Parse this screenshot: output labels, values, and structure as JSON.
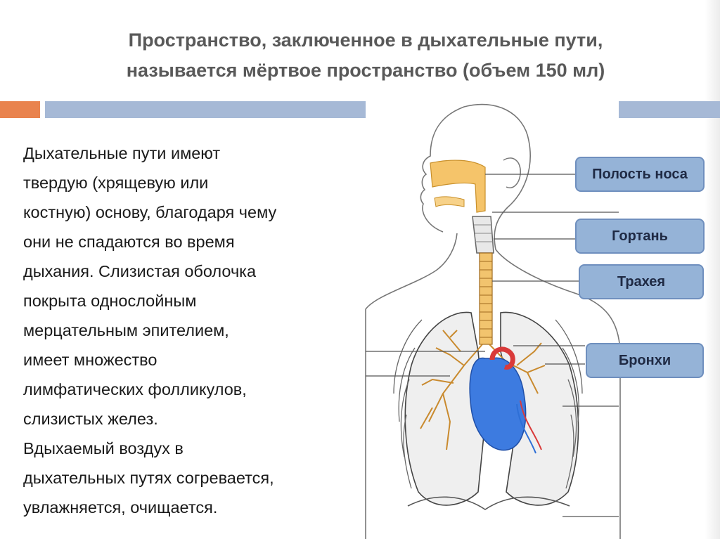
{
  "slide": {
    "title_lines": [
      "Пространство, заключенное в дыхательные пути,",
      "называется мёртвое пространство (объем 150 мл)"
    ],
    "body_lines": [
      "Дыхательные пути имеют",
      "твердую (хрящевую или",
      "костную) основу, благодаря чему",
      "они не спадаются во время",
      "дыхания. Слизистая оболочка",
      "покрыта однослойным",
      "мерцательным эпителием,",
      "имеет множество",
      "лимфатических фолликулов,",
      "слизистых желез.",
      "Вдыхаемый воздух в",
      "дыхательных путях согревается,",
      "увлажняется, очищается."
    ]
  },
  "labels": {
    "nasal_cavity": "Полость носа",
    "larynx": "Гортань",
    "trachea": "Трахея",
    "bronchi": "Бронхи"
  },
  "colors": {
    "accent_orange": "#e9834e",
    "accent_blue": "#a6b9d6",
    "label_fill": "#95b3d7",
    "airway": "#f5c46a",
    "vein": "#2e6fd6",
    "artery": "#d93a3a"
  }
}
